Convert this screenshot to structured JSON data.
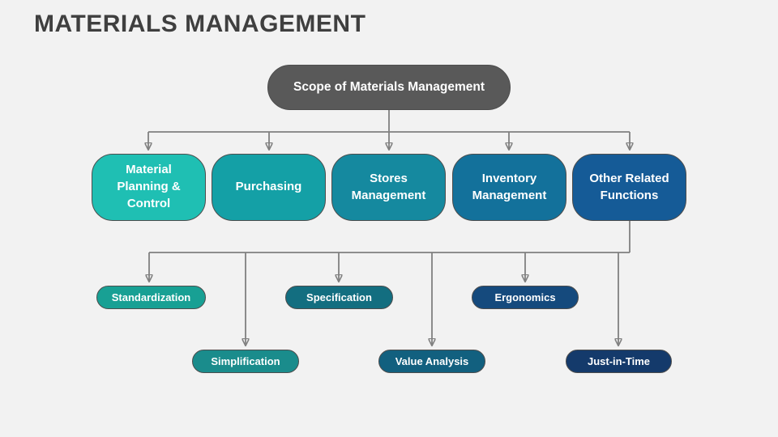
{
  "slide": {
    "title": "MATERIALS MANAGEMENT",
    "background_color": "#F2F2F2",
    "title_color": "#3F3F3F"
  },
  "diagram": {
    "connector_color": "#808080",
    "root": {
      "label": "Scope of Materials Management",
      "color": "#595959",
      "text_color": "#FFFFFF"
    },
    "level2": [
      {
        "label": "Material Planning & Control",
        "color": "#1FBFB3"
      },
      {
        "label": "Purchasing",
        "color": "#14A0A6"
      },
      {
        "label": "Stores Management",
        "color": "#15899F"
      },
      {
        "label": "Inventory Management",
        "color": "#13719B"
      },
      {
        "label": "Other Related Functions",
        "color": "#155B97"
      }
    ],
    "level3": [
      {
        "label": "Standardization",
        "color": "#18A094"
      },
      {
        "label": "Specification",
        "color": "#136E80"
      },
      {
        "label": "Ergonomics",
        "color": "#154A7D"
      },
      {
        "label": "Simplification",
        "color": "#1A8C8C"
      },
      {
        "label": "Value Analysis",
        "color": "#12607F"
      },
      {
        "label": "Just-in-Time",
        "color": "#143A6B"
      }
    ]
  }
}
